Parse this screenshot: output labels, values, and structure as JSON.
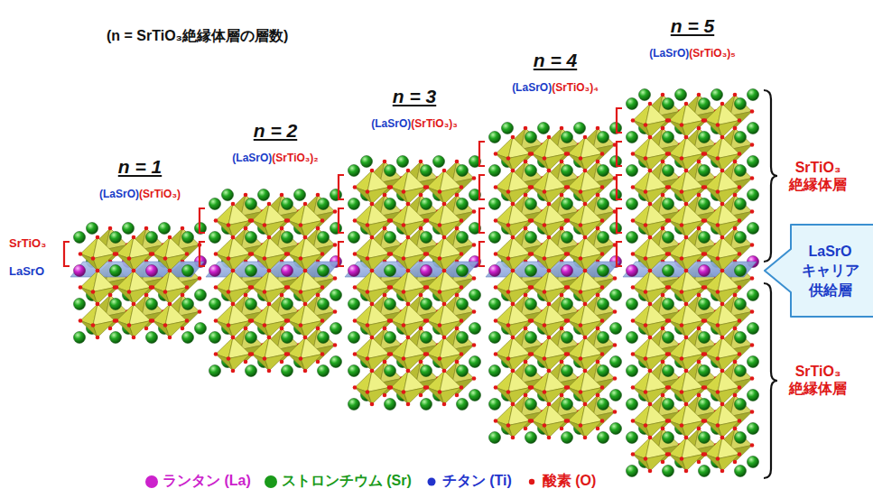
{
  "diagram": {
    "nodes": [
      {
        "text": [
          "LaSrO キャリア 供給層"
        ]
      }
    ],
    "labels": [
      "(n = SrTiO₃絶縁体層の層数)",
      "n = 1",
      "(LaSrO)",
      "(SrTiO₃)",
      "n = 2",
      "(LaSrO)",
      "(SrTiO₃)₂",
      "n = 3",
      "(LaSrO)",
      "(SrTiO₃)₃",
      "n = 4",
      "(LaSrO)",
      "(SrTiO₃)₄",
      "n = 5",
      "(LaSrO)",
      "(SrTiO₃)₅",
      "SrTiO₃",
      "LaSrO",
      "SrTiO₃ 絶縁体層",
      "SrTiO₃ 絶縁体層"
    ],
    "legend": [
      {
        "text": "ランタン (La)",
        "color": "#cc22cc"
      },
      {
        "text": "ストロンチウム (Sr)",
        "color": "#1a9a1a"
      },
      {
        "text": "チタン (Ti)",
        "color": "#2233cc"
      },
      {
        "text": "酸素 (O)",
        "color": "#e01818"
      }
    ]
  }
}
